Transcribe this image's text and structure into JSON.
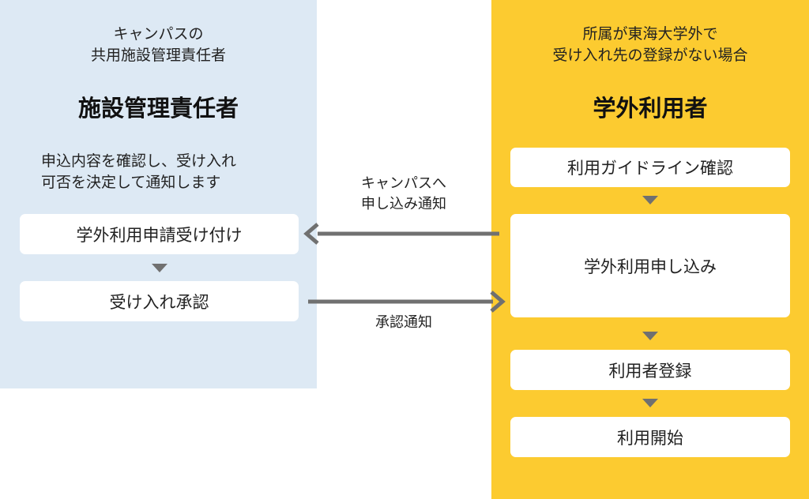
{
  "left": {
    "subtitle_line1": "キャンパスの",
    "subtitle_line2": "共用施設管理責任者",
    "title": "施設管理責任者",
    "desc_line1": "申込内容を確認し、受け入れ",
    "desc_line2": "可否を決定して通知します",
    "step1": "学外利用申請受け付け",
    "step2": "受け入れ承認"
  },
  "right": {
    "subtitle_line1": "所属が東海大学外で",
    "subtitle_line2": "受け入れ先の登録がない場合",
    "title": "学外利用者",
    "step1": "利用ガイドライン確認",
    "step2": "学外利用申し込み",
    "step3": "利用者登録",
    "step4": "利用開始"
  },
  "middle": {
    "notify_line1": "キャンパスへ",
    "notify_line2": "申し込み通知",
    "approve": "承認通知"
  },
  "colors": {
    "left_bg": "#dde9f4",
    "right_bg": "#fccb30",
    "arrow": "#707070"
  }
}
